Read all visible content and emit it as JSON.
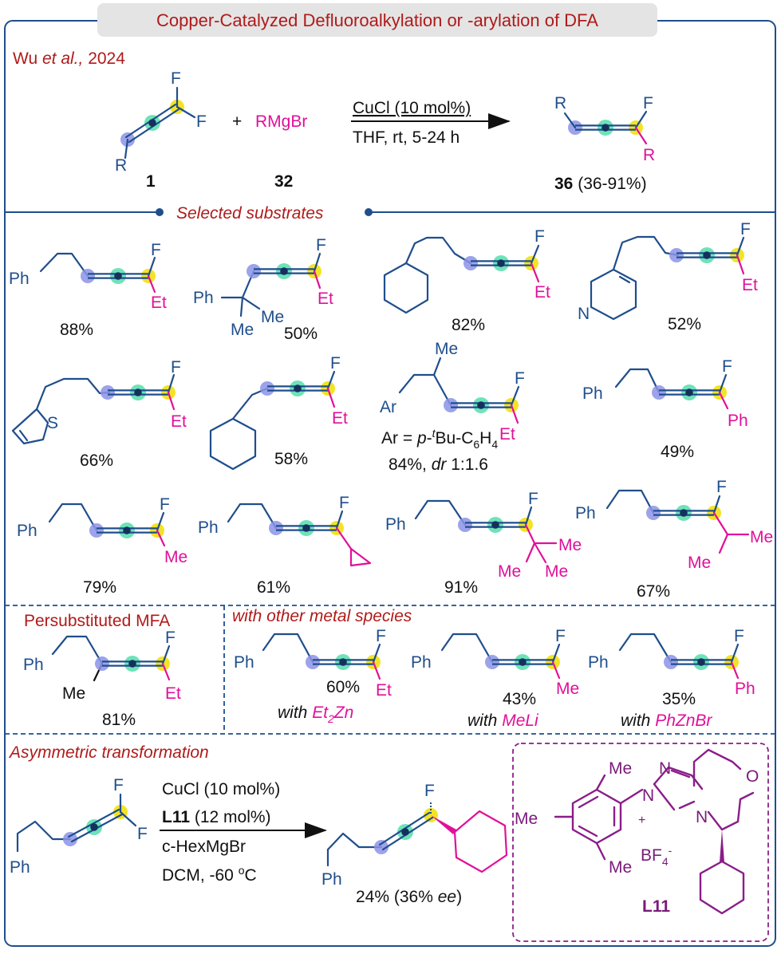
{
  "header": {
    "title": "Copper-Catalyzed  Defluoroalkylation or -arylation of DFA"
  },
  "reaction": {
    "citation_name": "Wu",
    "citation_etal": "et al.,",
    "citation_year": "2024",
    "reagent": "RMgBr",
    "plus": "+",
    "reactant_id": "1",
    "reagent_id": "32",
    "product_id": "36",
    "product_yield": "(36-91%)",
    "conditions_top": "CuCl (10 mol%)",
    "conditions_bottom": "THF, rt, 5-24 h"
  },
  "selected": {
    "title": "Selected substrates",
    "yields": [
      "88%",
      "50%",
      "82%",
      "52%",
      "66%",
      "58%",
      "84%,",
      "49%",
      "79%",
      "61%",
      "91%",
      "67%"
    ],
    "ar_def_a": "Ar = ",
    "ar_def_p": "p",
    "ar_def_b": "-",
    "ar_def_t": "t",
    "ar_def_c": "Bu-C",
    "ar_def_sub1": "6",
    "ar_def_d": "H",
    "ar_def_sub2": "4",
    "dr_label": "dr",
    "dr_value": "1:1.6"
  },
  "persub": {
    "title": "Persubstituted MFA",
    "yield": "81%"
  },
  "other_metal": {
    "title": "with other metal species",
    "entries": [
      {
        "yield": "60%",
        "with": "with",
        "reagent": "Et",
        "sub": "2",
        "reagent2": "Zn"
      },
      {
        "yield": "43%",
        "with": "with",
        "reagent": "MeLi"
      },
      {
        "yield": "35%",
        "with": "with",
        "reagent": "PhZnBr"
      }
    ]
  },
  "asym": {
    "title": "Asymmetric transformation",
    "cond1": "CuCl (10 mol%)",
    "cond2_bold": "L11",
    "cond2_rest": " (12 mol%)",
    "cond3": "c-HexMgBr",
    "cond4_a": "DCM, -60 ",
    "cond4_sup": "o",
    "cond4_b": "C",
    "yield": "24% (36% ",
    "ee": "ee",
    "yield_close": ")",
    "ligand_label": "L11",
    "ligand_bf": "BF",
    "ligand_bf_sub": "4",
    "ligand_bf_sup": "-"
  },
  "atoms": {
    "F": "F",
    "R": "R",
    "Ph": "Ph",
    "Et": "Et",
    "Me": "Me",
    "N": "N",
    "S": "S",
    "O": "O",
    "Ar": "Ar",
    "plus": "+"
  },
  "colors": {
    "frame": "#1f4e8c",
    "accent_red": "#b01a1a",
    "magenta": "#e0109a",
    "ligand": "#8a1d8a",
    "terminal_dot": "#8c93e6",
    "central_dot": "#5ee0b0",
    "fluoro_dot": "#f2e11a"
  }
}
